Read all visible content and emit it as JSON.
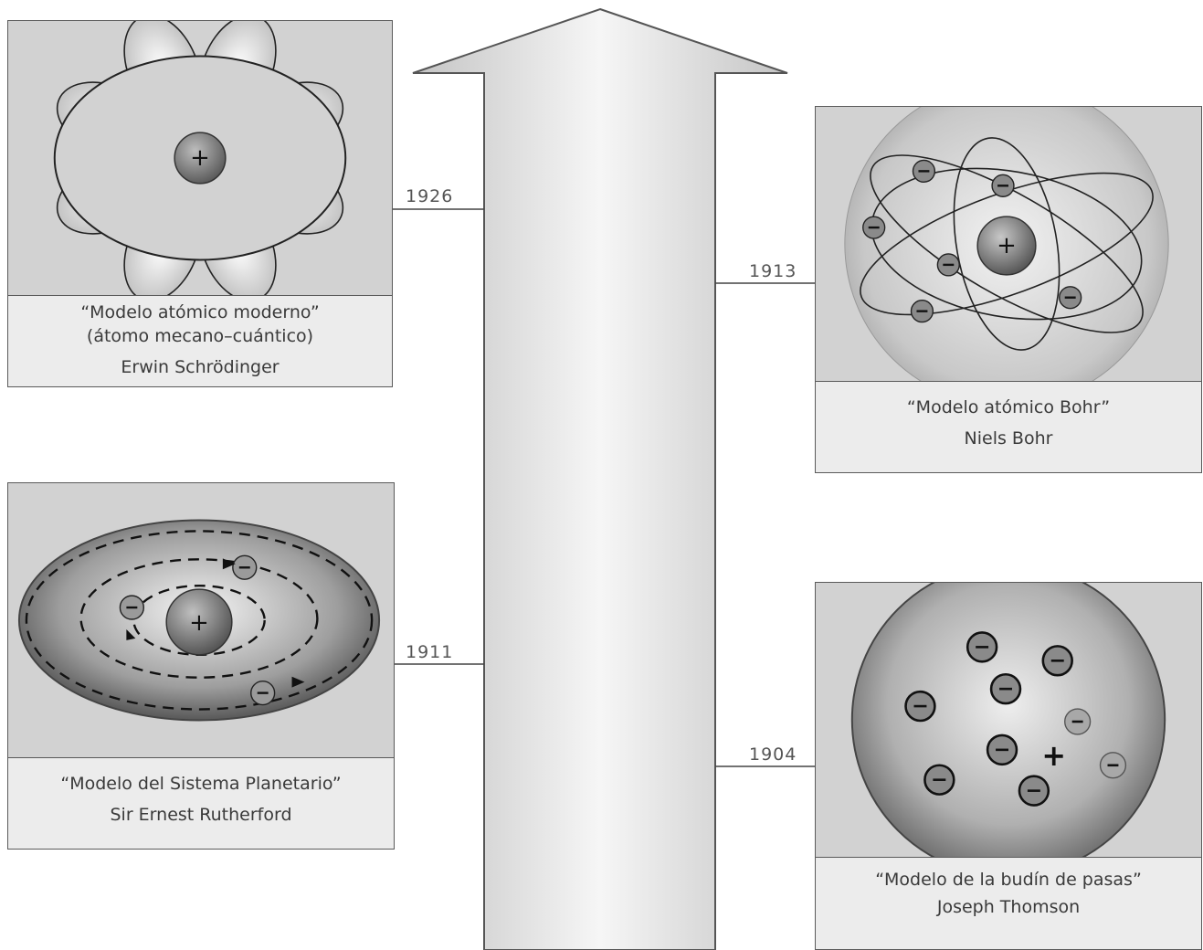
{
  "models": [
    {
      "year": "1926",
      "title": "“Modelo atómico moderno”",
      "subtitle": "(átomo mecano–cuántico)",
      "author": "Erwin Schrödinger",
      "illustration": "quantum-orbital-icon"
    },
    {
      "year": "1913",
      "title": "“Modelo atómico Bohr”",
      "author": "Niels Bohr",
      "illustration": "bohr-atom-icon"
    },
    {
      "year": "1911",
      "title": "“Modelo del Sistema Planetario”",
      "author": "Sir Ernest Rutherford",
      "illustration": "planetary-atom-icon"
    },
    {
      "year": "1904",
      "title": "“Modelo de la budín de pasas”",
      "author": "Joseph Thomson",
      "illustration": "plum-pudding-icon"
    }
  ],
  "symbols": {
    "proton": "+",
    "electron": "−"
  },
  "colors": {
    "arrow_fill": "#d9d9d9",
    "arrow_stroke": "#555555",
    "panel": "#d2d2d2",
    "caption_bg": "#ececec"
  }
}
